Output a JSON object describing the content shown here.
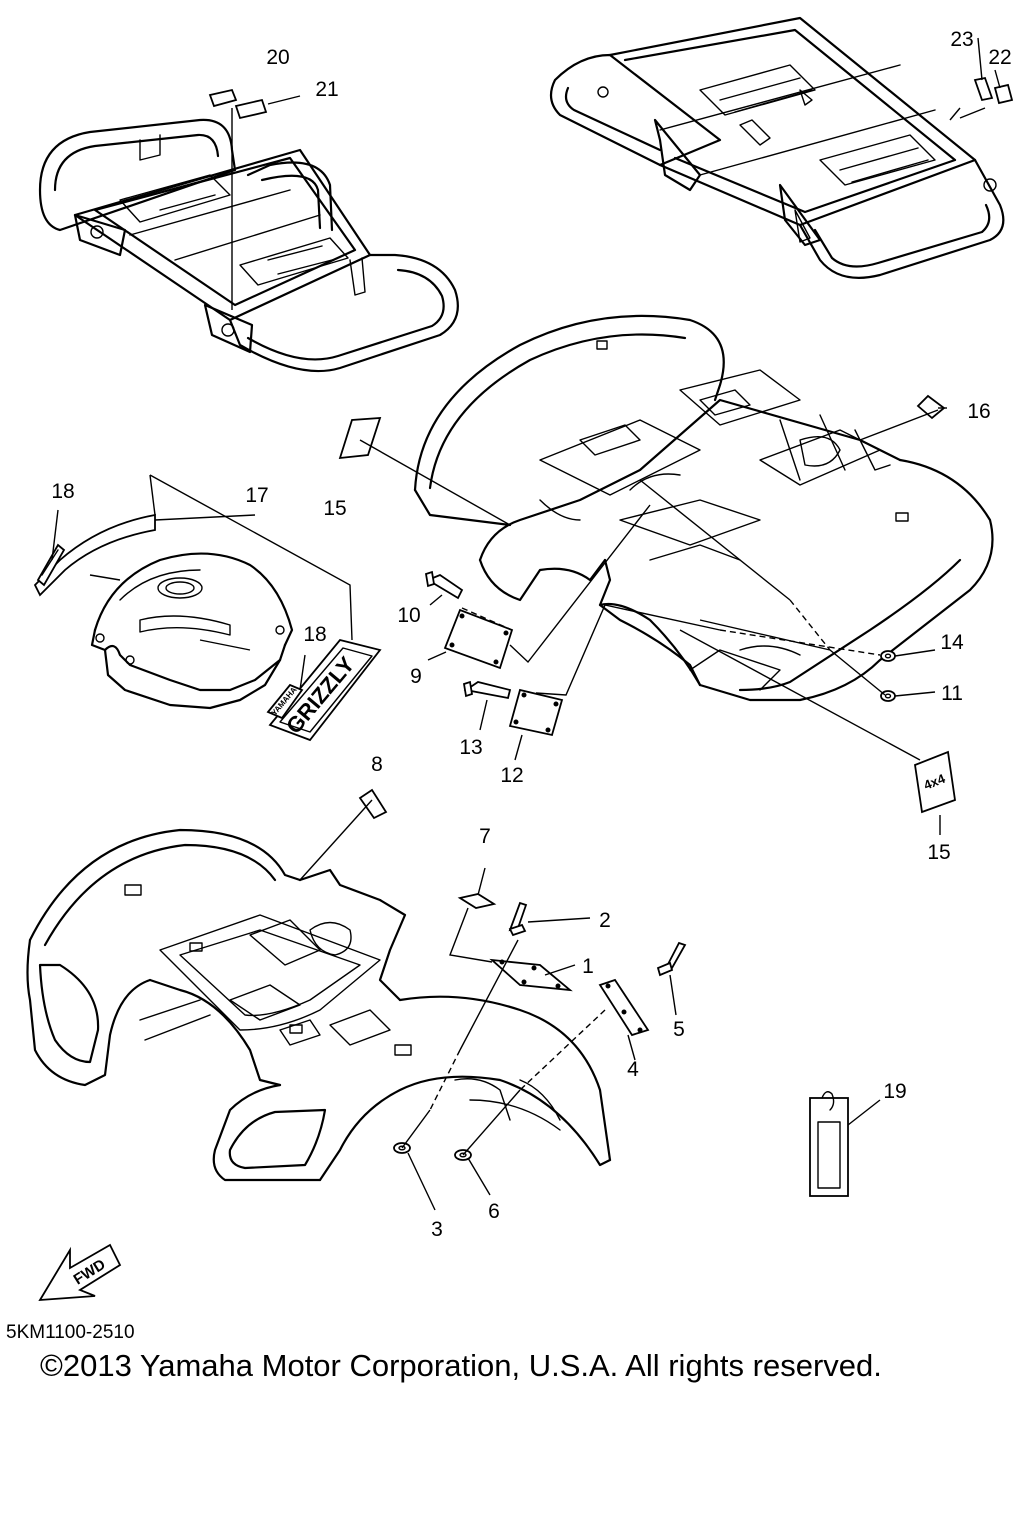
{
  "diagram": {
    "code": "5KM1100-2510",
    "copyright": "©2013 Yamaha Motor Corporation, U.S.A. All rights reserved.",
    "fwd_label": "FWD",
    "decals": {
      "grizzly": "GRIZZLY",
      "yamaha": "YAMAHA",
      "four_by_four": "4x4"
    },
    "callouts": [
      {
        "id": "c1",
        "label": "1"
      },
      {
        "id": "c2",
        "label": "2"
      },
      {
        "id": "c3",
        "label": "3"
      },
      {
        "id": "c4",
        "label": "4"
      },
      {
        "id": "c5",
        "label": "5"
      },
      {
        "id": "c6",
        "label": "6"
      },
      {
        "id": "c7",
        "label": "7"
      },
      {
        "id": "c8",
        "label": "8"
      },
      {
        "id": "c9",
        "label": "9"
      },
      {
        "id": "c10",
        "label": "10"
      },
      {
        "id": "c11",
        "label": "11"
      },
      {
        "id": "c12",
        "label": "12"
      },
      {
        "id": "c13",
        "label": "13"
      },
      {
        "id": "c14",
        "label": "14"
      },
      {
        "id": "c15a",
        "label": "15"
      },
      {
        "id": "c15b",
        "label": "15"
      },
      {
        "id": "c16",
        "label": "16"
      },
      {
        "id": "c17",
        "label": "17"
      },
      {
        "id": "c18a",
        "label": "18"
      },
      {
        "id": "c18b",
        "label": "18"
      },
      {
        "id": "c19",
        "label": "19"
      },
      {
        "id": "c20",
        "label": "20"
      },
      {
        "id": "c21",
        "label": "21"
      },
      {
        "id": "c22",
        "label": "22"
      },
      {
        "id": "c23",
        "label": "23"
      }
    ]
  }
}
